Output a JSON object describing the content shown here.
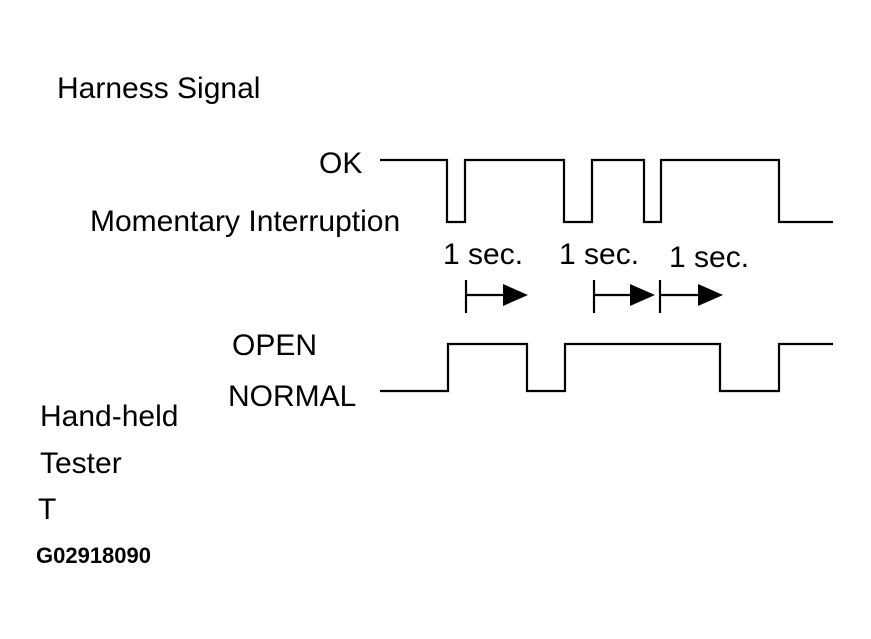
{
  "title": "Harness Signal",
  "harness": {
    "high_label": "OK",
    "low_label": "Momentary Interruption",
    "durations": [
      "1 sec.",
      "1 sec.",
      "1 sec."
    ]
  },
  "tester": {
    "high_label": "OPEN",
    "low_label": "NORMAL",
    "name_line1": "Hand-held",
    "name_line2": "Tester",
    "name_line3": "T"
  },
  "figure_code": "G02918090"
}
